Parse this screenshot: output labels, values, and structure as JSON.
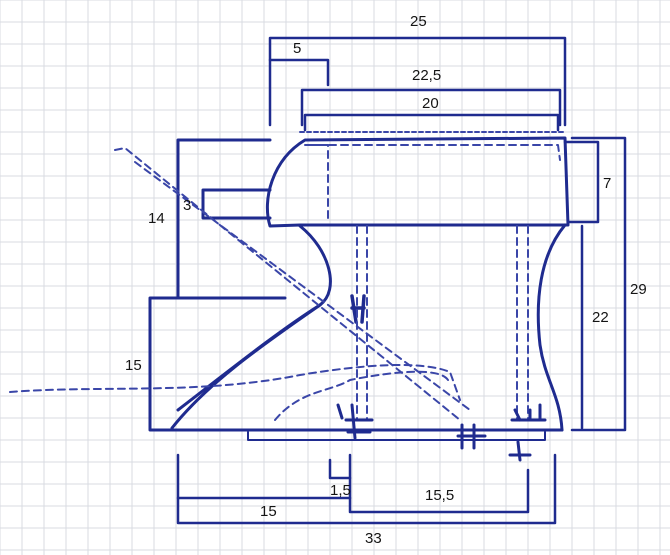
{
  "colors": {
    "ink": "#1f2b8f",
    "ink_light": "#4a55b0",
    "grid": "#d9dbe2",
    "text": "#141414"
  },
  "dimensions": {
    "top_width": "25",
    "top_step": "5",
    "mid_width": "22,5",
    "inner_width": "20",
    "arm_inset": "3",
    "arm_offset": "14",
    "right_upper": "7",
    "right_lower": "22",
    "right_total": "29",
    "left_height": "15",
    "base_small": "1,5",
    "base_mid": "15,5",
    "base_left": "15",
    "base_total": "33"
  }
}
